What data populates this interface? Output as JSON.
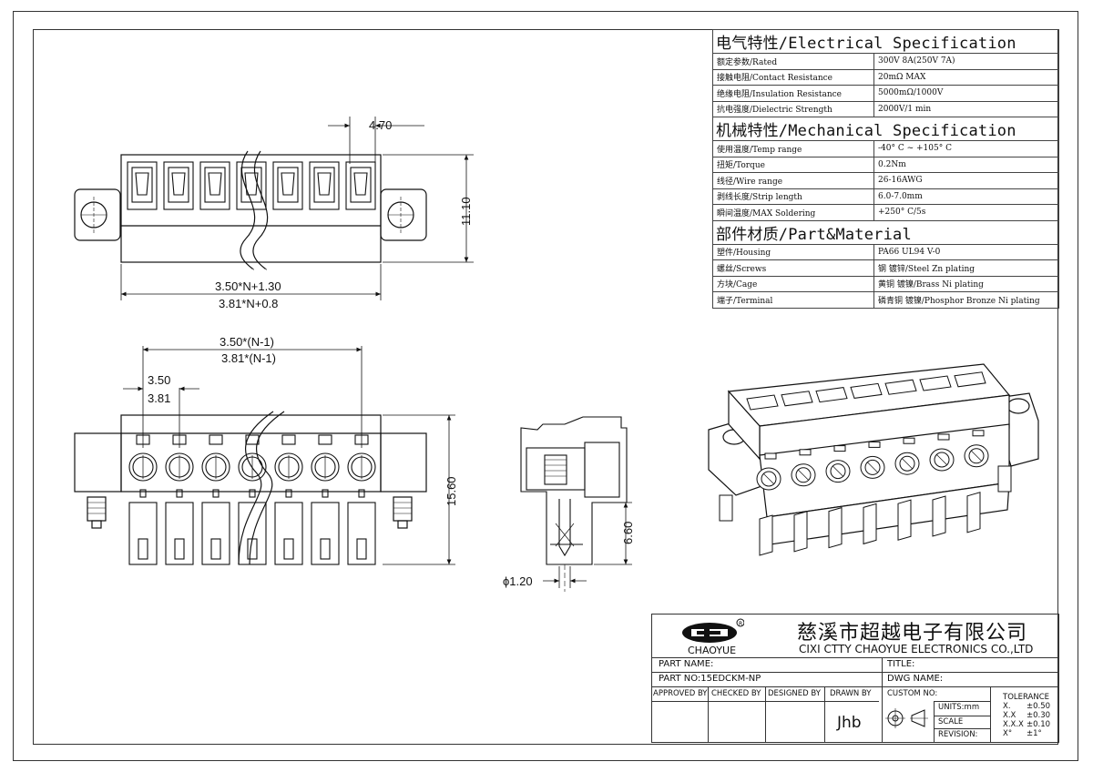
{
  "spec": {
    "electrical_title": "电气特性/Electrical Specification",
    "electrical": [
      {
        "k": "额定参数/Rated",
        "v": "300V  8A(250V  7A)"
      },
      {
        "k": "接触电阻/Contact Resistance",
        "v": "20mΩ MAX"
      },
      {
        "k": "绝缘电阻/Insulation Resistance",
        "v": "5000mΩ/1000V"
      },
      {
        "k": "抗电强度/Dielectric Strength",
        "v": "2000V/1 min"
      }
    ],
    "mechanical_title": "机械特性/Mechanical Specification",
    "mechanical": [
      {
        "k": "使用温度/Temp range",
        "v": "-40° C ~ +105° C"
      },
      {
        "k": "扭矩/Torque",
        "v": "0.2Nm"
      },
      {
        "k": "线径/Wire range",
        "v": "26-16AWG"
      },
      {
        "k": "剥线长度/Strip length",
        "v": "6.0-7.0mm"
      },
      {
        "k": "瞬间温度/MAX Soldering",
        "v": "+250° C/5s"
      }
    ],
    "material_title": "部件材质/Part&Material",
    "material": [
      {
        "k": "塑件/Housing",
        "v": "PA66 UL94 V-0"
      },
      {
        "k": "螺丝/Screws",
        "v": "钢 镀锌/Steel Zn plating"
      },
      {
        "k": "方块/Cage",
        "v": "黄铜 镀镍/Brass Ni plating"
      },
      {
        "k": "端子/Terminal",
        "v": "磷青铜 镀镍/Phosphor Bronze Ni plating"
      }
    ]
  },
  "dims": {
    "pitch_top": "4.70",
    "height_top": "11.10",
    "len1": "3.50*N+1.30",
    "len2": "3.81*N+0.8",
    "span1": "3.50*(N-1)",
    "span2": "3.81*(N-1)",
    "pitch1": "3.50",
    "pitch2": "3.81",
    "height_front": "15.60",
    "pin_len": "6.60",
    "pin_dia": "ϕ1.20"
  },
  "title_block": {
    "logo_text": "CHAOYUE",
    "company_cn": "慈溪市超越电子有限公司",
    "company_en": "CIXI CTTY CHAOYUE ELECTRONICS CO.,LTD",
    "part_name_label": "PART NAME:",
    "title_label": "TITLE:",
    "part_no_label": "PART NO:15EDCKM-NP",
    "dwg_name_label": "DWG NAME:",
    "approved_by": "APPROVED BY",
    "checked_by": "CHECKED BY",
    "designed_by": "DESIGNED BY",
    "drawn_by": "DRAWN BY",
    "drawn_by_value": "Jhb",
    "custom_no": "CUSTOM NO:",
    "units": "UNITS:mm",
    "scale": "SCALE",
    "revision": "REVISION:",
    "tolerance": "TOLERANCE",
    "tol_rows": [
      {
        "k": "X.",
        "v": "±0.50"
      },
      {
        "k": "X.X",
        "v": "±0.30"
      },
      {
        "k": "X.X.X",
        "v": "±0.10"
      },
      {
        "k": "X°",
        "v": "±1°"
      }
    ]
  }
}
